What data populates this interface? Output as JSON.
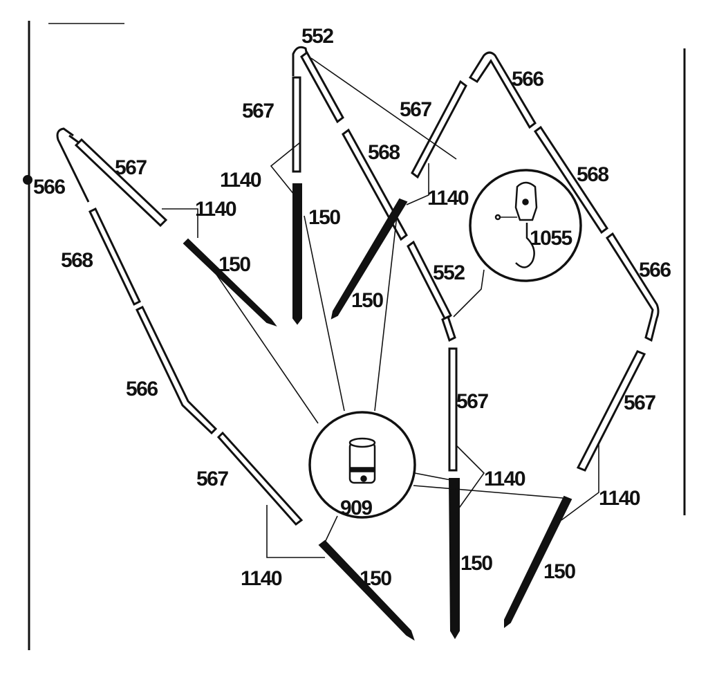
{
  "diagram": {
    "labels": {
      "l552_top": "552",
      "l566_right_top": "566",
      "l567_center_top": "567",
      "l567_mid_top": "567",
      "l1140_center_top": "1140",
      "l568_center": "568",
      "l1140_center_right": "1140",
      "l567_left": "567",
      "l566_left": "566",
      "l1140_left": "1140",
      "l150_center": "150",
      "l150_left": "150",
      "l568_left": "568",
      "l568_right": "568",
      "l1055": "1055",
      "l566_right": "566",
      "l552_mid": "552",
      "l150_mid": "150",
      "l566_left_low": "566",
      "l567_mid_low": "567",
      "l567_right_low": "567",
      "l567_left_low": "567",
      "l1140_mid_low": "1140",
      "l1140_right_low": "1140",
      "l909": "909",
      "l1140_bottom": "1140",
      "l150_bottom": "150",
      "l150_bottom_mid": "150",
      "l150_bottom_right": "150"
    }
  }
}
